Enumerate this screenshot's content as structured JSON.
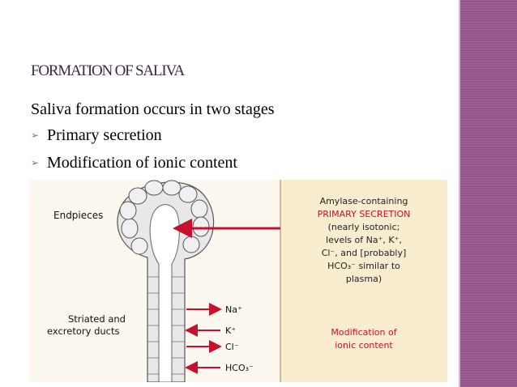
{
  "slide": {
    "title": "FORMATION OF SALIVA",
    "intro": "Saliva formation occurs in two stages",
    "bullets": [
      "Primary secretion",
      "Modification of ionic content"
    ]
  },
  "figure": {
    "left_labels": {
      "endpieces": "Endpieces",
      "ducts_line1": "Striated and",
      "ducts_line2": "excretory ducts"
    },
    "right_panel": {
      "line1": "Amylase-containing",
      "line2": "PRIMARY SECRETION",
      "line3": "(nearly isotonic;",
      "line4": "levels of Na⁺, K⁺,",
      "line5": "Cl⁻, and [probably]",
      "line6": "HCO₃⁻ similar to",
      "line7": "plasma)",
      "mod_line1": "Modification of",
      "mod_line2": "ionic content"
    },
    "ions": [
      "Na⁺",
      "K⁺",
      "Cl⁻",
      "HCO₃⁻"
    ]
  },
  "colors": {
    "accent": "#9a5a8f",
    "arrow_red": "#c8102e",
    "panel_bg": "#f9edcf",
    "heading": "#3a2a40"
  }
}
